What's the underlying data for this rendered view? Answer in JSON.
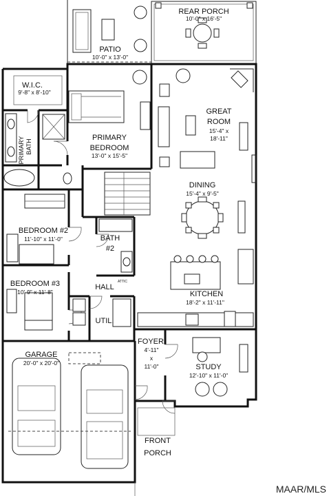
{
  "rooms": {
    "patio": {
      "name": "PATIO",
      "dims": "10'-0\" x 13'-0\""
    },
    "rear_porch": {
      "name": "REAR PORCH",
      "dims": "10'-0\" x 16'-5\""
    },
    "wic": {
      "name": "W.I.C.",
      "dims": "9'-8\" x 8'-10\""
    },
    "primary_bath": {
      "name_line1": "PRIMARY",
      "name_line2": "BATH"
    },
    "primary_bedroom": {
      "name_line1": "PRIMARY",
      "name_line2": "BEDROOM",
      "dims": "13'-0\" x 15'-5\""
    },
    "great_room": {
      "name_line1": "GREAT",
      "name_line2": "ROOM",
      "dims_line1": "15'-4\" x",
      "dims_line2": "18'-11\""
    },
    "dining": {
      "name": "DINING",
      "dims": "15'-4\" x 9'-5\""
    },
    "bedroom2": {
      "name": "BEDROOM #2",
      "dims": "11'-10\" x 11'-0\""
    },
    "bath2": {
      "name_line1": "BATH",
      "name_line2": "#2"
    },
    "bedroom3": {
      "name": "BEDROOM #3",
      "dims": "10'-9\" x 11'-8\""
    },
    "hall": {
      "name": "HALL"
    },
    "kitchen": {
      "name": "KITCHEN",
      "dims": "18'-2\" x 11'-11\""
    },
    "util": {
      "name": "UTIL."
    },
    "foyer": {
      "name": "FOYER",
      "dims_line1": "4'-11\"",
      "dims_line2": "x",
      "dims_line3": "11'-0\""
    },
    "study": {
      "name": "STUDY",
      "dims": "12'-10\" x 11'-0\""
    },
    "garage": {
      "name": "GARAGE",
      "dims": "20'-0\" x 20'-0\""
    },
    "front_porch": {
      "name_line1": "FRONT",
      "name_line2": "PORCH"
    }
  },
  "fixtures": {
    "attic_access_label": "ATTIC"
  },
  "watermark": "MAAR/MLS"
}
